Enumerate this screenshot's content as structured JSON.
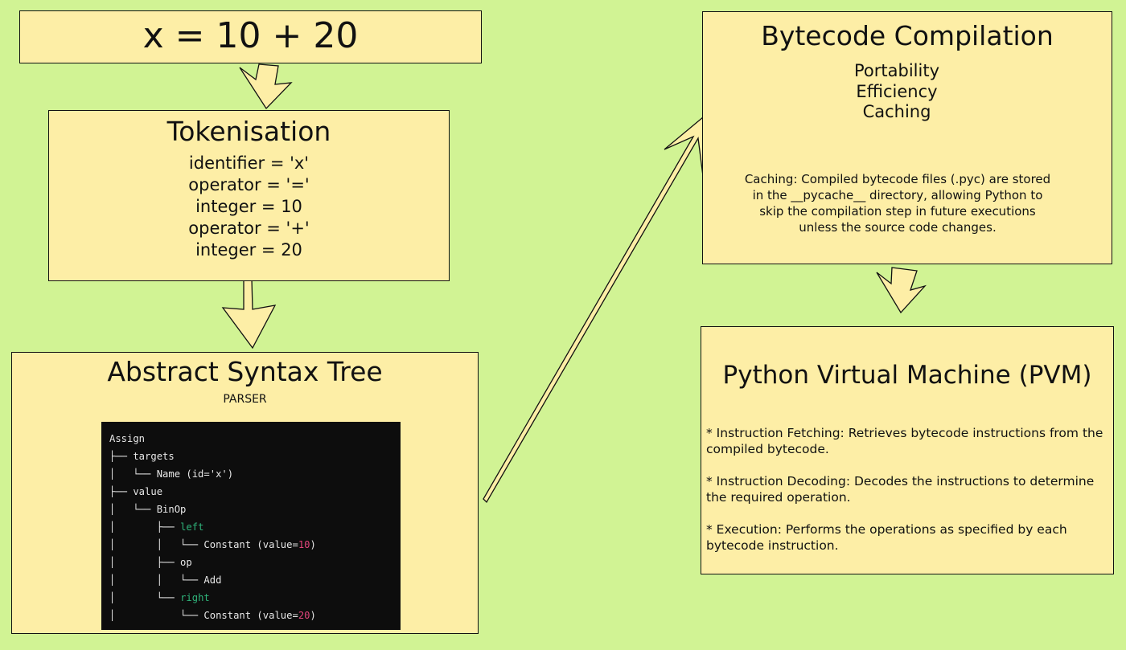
{
  "expression": "x = 10 + 20",
  "tokenisation": {
    "title": "Tokenisation",
    "lines": [
      "identifier = 'x'",
      "operator = '='",
      "integer = 10",
      "operator = '+'",
      "integer = 20"
    ]
  },
  "ast": {
    "title": "Abstract Syntax Tree",
    "subtitle": "PARSER",
    "code": [
      [
        {
          "t": "Assign"
        }
      ],
      [
        {
          "t": "├── targets"
        }
      ],
      [
        {
          "t": "│   └── Name (id='x')"
        }
      ],
      [
        {
          "t": "├── value"
        }
      ],
      [
        {
          "t": "│   └── BinOp"
        }
      ],
      [
        {
          "t": "│       ├── "
        },
        {
          "t": "left",
          "c": "green"
        }
      ],
      [
        {
          "t": "│       │   └── Constant (value="
        },
        {
          "t": "10",
          "c": "pink"
        },
        {
          "t": ")"
        }
      ],
      [
        {
          "t": "│       ├── op"
        }
      ],
      [
        {
          "t": "│       │   └── Add"
        }
      ],
      [
        {
          "t": "│       └── "
        },
        {
          "t": "right",
          "c": "green"
        }
      ],
      [
        {
          "t": "│           └── Constant (value="
        },
        {
          "t": "20",
          "c": "pink"
        },
        {
          "t": ")"
        }
      ]
    ]
  },
  "bytecode": {
    "title": "Bytecode Compilation",
    "points": [
      "Portability",
      "Efficiency",
      "Caching"
    ],
    "caching_note": "Caching: Compiled bytecode files (.pyc) are stored in the __pycache__ directory, allowing Python to skip the compilation step in future executions unless the source code changes."
  },
  "pvm": {
    "title": "Python Virtual Machine (PVM)",
    "bullets": [
      "* Instruction Fetching: Retrieves bytecode instructions from the compiled bytecode.",
      "* Instruction Decoding: Decodes the instructions to determine the required operation.",
      "* Execution: Performs the operations as specified by each bytecode instruction."
    ]
  },
  "colors": {
    "background": "#d1f394",
    "box_fill": "#fdeea6",
    "code_background": "#0d0d0d",
    "code_keyword": "#2fb37a",
    "code_number": "#e0457b"
  }
}
